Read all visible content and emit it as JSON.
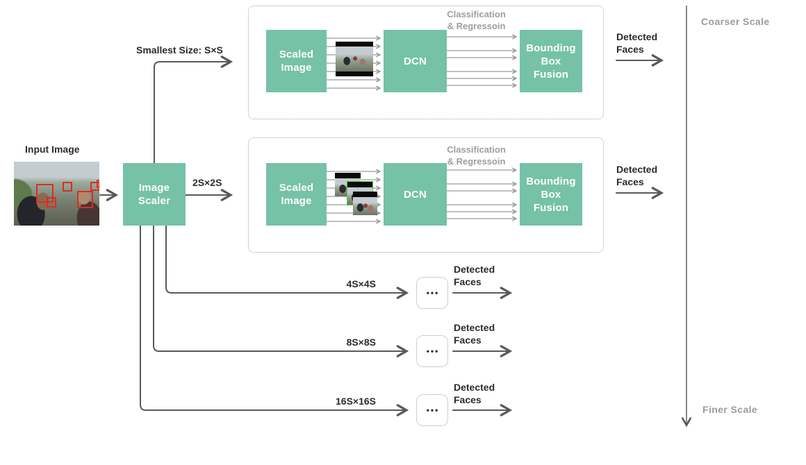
{
  "input": {
    "label": "Input Image"
  },
  "scaler": {
    "label": "Image Scaler"
  },
  "pipeline": {
    "scaled_image": "Scaled Image",
    "dcn": "DCN",
    "fusion": "Bounding Box Fusion",
    "annotation_line1": "Classification",
    "annotation_line2": "& Regressoin"
  },
  "output": {
    "line1": "Detected",
    "line2": "Faces"
  },
  "scales": {
    "smallest": "Smallest Size: S×S",
    "s2": "2S×2S",
    "s4": "4S×4S",
    "s8": "8S×8S",
    "s16": "16S×16S"
  },
  "axis": {
    "coarser": "Coarser Scale",
    "finer": "Finer Scale"
  },
  "ellipsis": "•••",
  "colors": {
    "node_green": "#75c2a6",
    "wire_dark": "#58595b",
    "wire_thin": "#9a9a9a",
    "text_dark": "#2b2b2b",
    "text_gray": "#9b9b9b",
    "face_box_red": "#de2c1e"
  }
}
